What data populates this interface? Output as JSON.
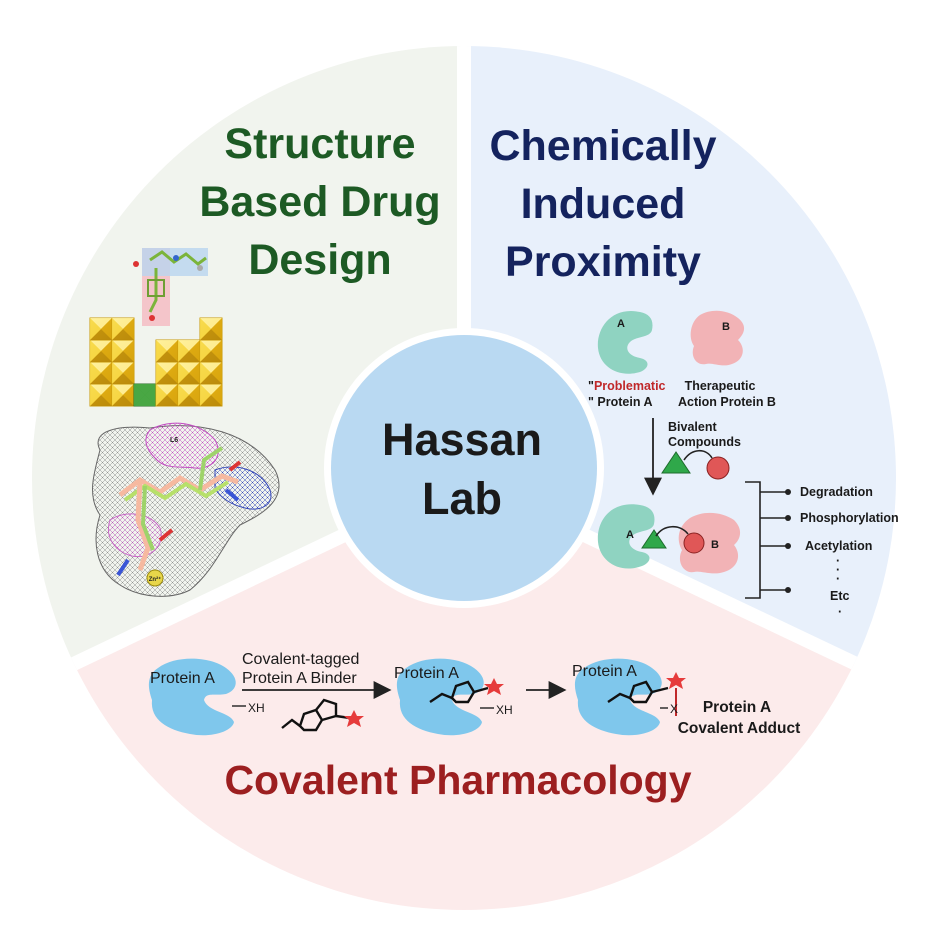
{
  "center": {
    "line1": "Hassan",
    "line2": "Lab"
  },
  "segments": {
    "structure": {
      "title": [
        "Structure",
        "Based Drug",
        "Design"
      ],
      "fill": "#f1f4ee",
      "text_color": "#1d5a24",
      "pocket_label": "L6",
      "ion_label": "Zn²⁺"
    },
    "proximity": {
      "title": [
        "Chemically",
        "Induced",
        "Proximity"
      ],
      "fill": "#e8f0fb",
      "text_color": "#14235e",
      "protein_a_letter": "A",
      "protein_b_letter": "B",
      "label_a_prefix": "\"",
      "label_a_highlight": "Problematic",
      "label_a_line2": "\" Protein A",
      "label_b": [
        "Therapeutic",
        "Action Protein B"
      ],
      "arrow_label": [
        "Bivalent",
        "Compounds"
      ],
      "outcomes": [
        "Degradation",
        "Phosphorylation",
        "Acetylation",
        "Etc"
      ],
      "ellipsis": [
        "·",
        "·",
        "·"
      ],
      "trailing_dot": "·"
    },
    "covalent": {
      "title": "Covalent Pharmacology",
      "fill": "#fcebeb",
      "text_color": "#9c1f20",
      "protein_label": "Protein A",
      "binder_label": [
        "Covalent-tagged",
        "Protein A Binder"
      ],
      "nucleophile_1": "XH",
      "nucleophile_2": "XH",
      "nucleophile_3": "X",
      "adduct_label": [
        "Protein A",
        "Covalent Adduct"
      ]
    }
  },
  "colors": {
    "center_fill": "#b9d9f2",
    "protein_blue": "#7fc7ec",
    "protein_teal": "#8fd3c1",
    "protein_pink": "#f2b3b6",
    "warhead": "#e63b3b",
    "ligand_green": "#2fa84a",
    "ligand_red": "#e05757",
    "gold": "#f3c21e",
    "gold_dark": "#c99a0a"
  }
}
